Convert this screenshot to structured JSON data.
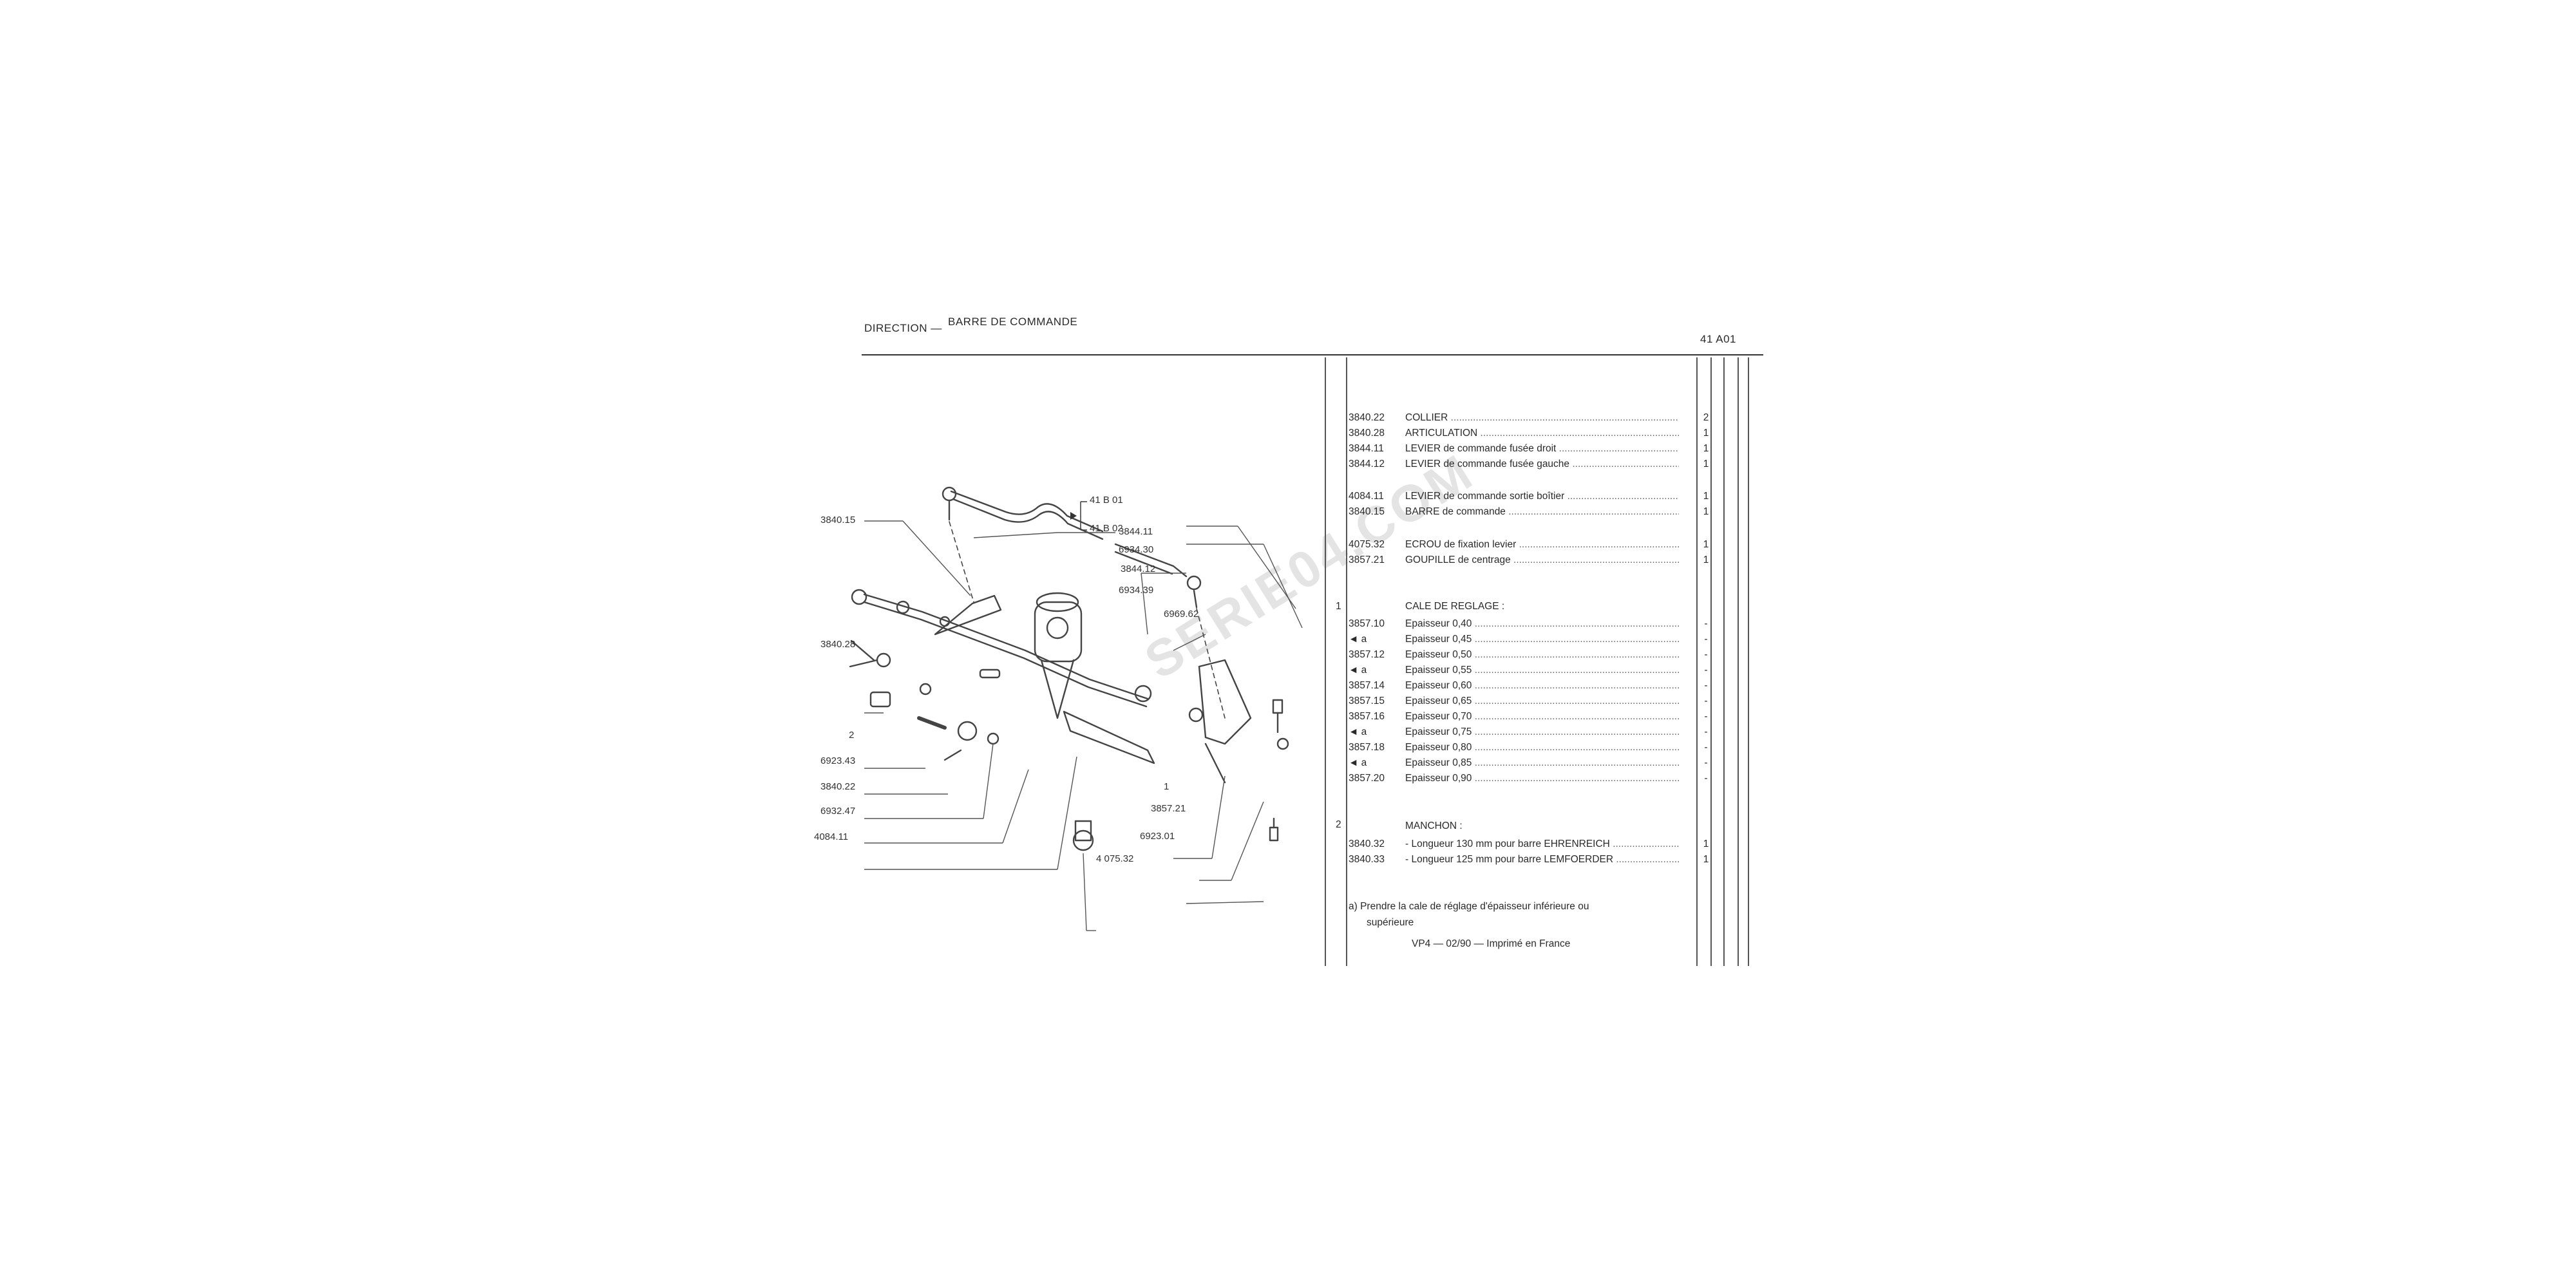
{
  "header": {
    "section": "DIRECTION —",
    "subsection": "BARRE DE COMMANDE",
    "page_code": "41 A01"
  },
  "diagram": {
    "callouts": {
      "ref_41b01": "41 B 01",
      "ref_41b02": "41 B 02",
      "c3844_11": "3844.11",
      "c3840_15": "3840.15",
      "c6934_30": "6934.30",
      "c3844_12": "3844.12",
      "c6934_39": "6934.39",
      "c6969_62": "6969.62",
      "c3840_28": "3840.28",
      "c2": "2",
      "c6923_43": "6923.43",
      "c3840_22": "3840.22",
      "c6932_47": "6932.47",
      "c4084_11": "4084.11",
      "c1": "1",
      "c3857_21": "3857.21",
      "c6923_01": "6923.01",
      "c4075_32": "4 075.32"
    }
  },
  "parts": {
    "items": [
      {
        "ref": "3840.22",
        "desc": "COLLIER",
        "qty": "2"
      },
      {
        "ref": "3840.28",
        "desc": "ARTICULATION",
        "qty": "1"
      },
      {
        "ref": "3844.11",
        "desc": "LEVIER de commande fusée droit",
        "qty": "1"
      },
      {
        "ref": "3844.12",
        "desc": "LEVIER de commande fusée gauche",
        "qty": "1"
      },
      {
        "ref": "4084.11",
        "desc": "LEVIER de commande sortie boîtier",
        "qty": "1"
      },
      {
        "ref": "3840.15",
        "desc": "BARRE de commande",
        "qty": "1"
      },
      {
        "ref": "4075.32",
        "desc": "ECROU de fixation levier",
        "qty": "1"
      },
      {
        "ref": "3857.21",
        "desc": "GOUPILLE de centrage",
        "qty": "1"
      }
    ],
    "group1": {
      "marker": "1",
      "heading": "CALE DE REGLAGE :",
      "items": [
        {
          "ref": "3857.10",
          "desc": "Epaisseur 0,40",
          "qty": "-"
        },
        {
          "ref": "◄ a",
          "desc": "Epaisseur 0,45",
          "qty": "-"
        },
        {
          "ref": "3857.12",
          "desc": "Epaisseur 0,50",
          "qty": "-"
        },
        {
          "ref": "◄ a",
          "desc": "Epaisseur 0,55",
          "qty": "-"
        },
        {
          "ref": "3857.14",
          "desc": "Epaisseur 0,60",
          "qty": "-"
        },
        {
          "ref": "3857.15",
          "desc": "Epaisseur 0,65",
          "qty": "-"
        },
        {
          "ref": "3857.16",
          "desc": "Epaisseur 0,70",
          "qty": "-"
        },
        {
          "ref": "◄ a",
          "desc": "Epaisseur 0,75",
          "qty": "-"
        },
        {
          "ref": "3857.18",
          "desc": "Epaisseur 0,80",
          "qty": "-"
        },
        {
          "ref": "◄ a",
          "desc": "Epaisseur 0,85",
          "qty": "-"
        },
        {
          "ref": "3857.20",
          "desc": "Epaisseur 0,90",
          "qty": "-"
        }
      ]
    },
    "group2": {
      "marker": "2",
      "heading": "MANCHON :",
      "items": [
        {
          "ref": "3840.32",
          "desc": "- Longueur 130 mm pour barre EHRENREICH",
          "qty": "1"
        },
        {
          "ref": "3840.33",
          "desc": "- Longueur 125 mm pour barre LEMFOERDER",
          "qty": "1"
        }
      ]
    },
    "note_line1": "a)  Prendre la cale de réglage d'épaisseur inférieure ou",
    "note_line2": "supérieure"
  },
  "footer": "VP4 — 02/90 — Imprimé en France",
  "watermark": "SERIE04.COM"
}
